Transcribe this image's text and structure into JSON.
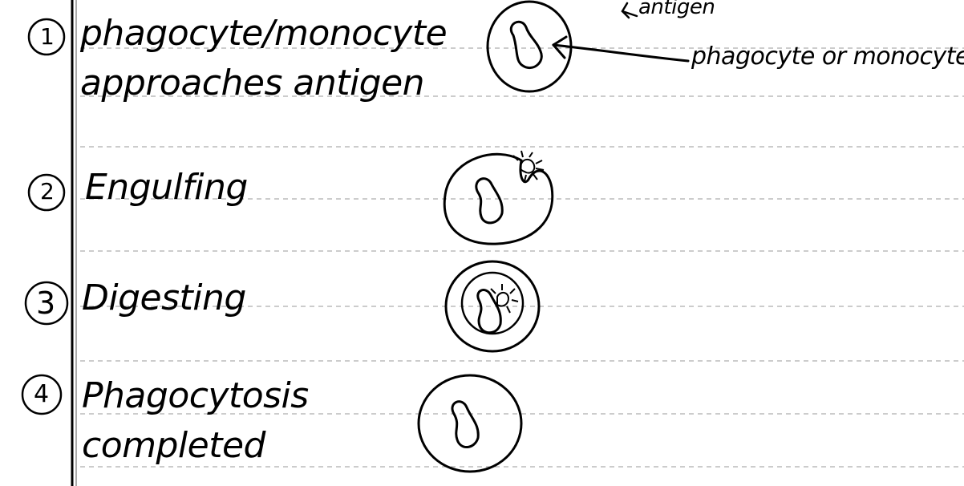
{
  "steps": [
    {
      "number": "1",
      "label_lines": [
        "phagocyte/monocyte",
        "approaches antigen"
      ]
    },
    {
      "number": "2",
      "label_lines": [
        "Engulfing"
      ]
    },
    {
      "number": "3",
      "label_lines": [
        "Digesting"
      ]
    },
    {
      "number": "4",
      "label_lines": [
        "Phagocytosis",
        "completed"
      ]
    }
  ],
  "annotations": {
    "antigen": "antigen",
    "cell": "phagocyte or monocyte"
  },
  "colors": {
    "ink": "#000000",
    "paper": "#ffffff",
    "rule_line": "#9a9a9a"
  }
}
